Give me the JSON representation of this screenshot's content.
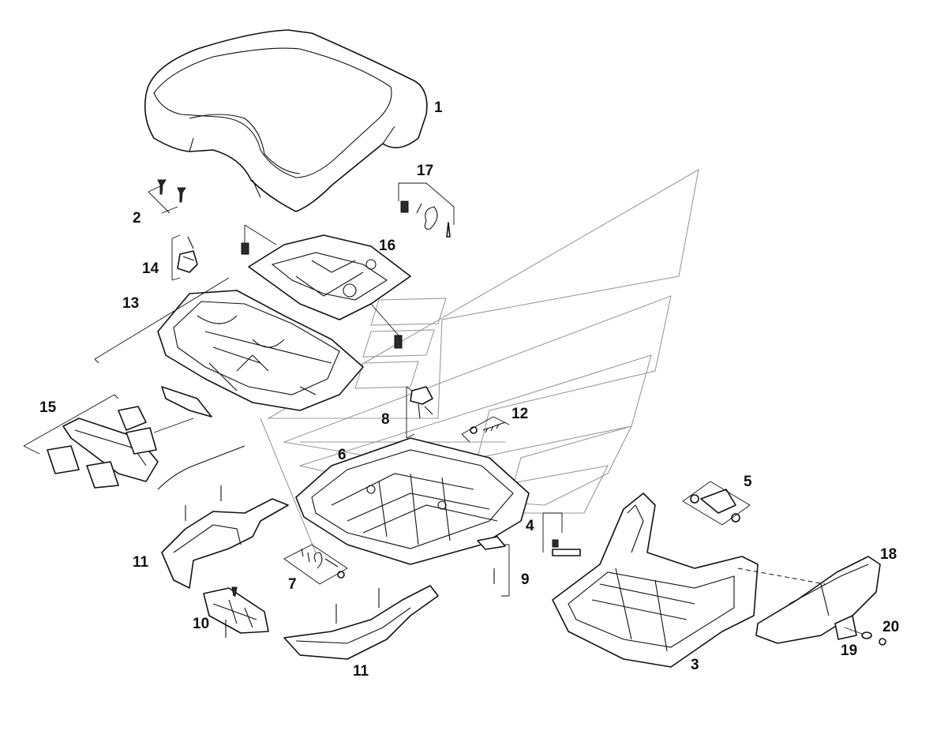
{
  "callouts": {
    "c1": "1",
    "c2": "2",
    "c3": "3",
    "c4": "4",
    "c5": "5",
    "c6": "6",
    "c7": "7",
    "c8": "8",
    "c9": "9",
    "c10": "10",
    "c11a": "11",
    "c11b": "11",
    "c12": "12",
    "c13": "13",
    "c14": "14",
    "c15": "15",
    "c16": "16",
    "c17": "17",
    "c18": "18",
    "c19": "19",
    "c20": "20"
  },
  "colors": {
    "line": "#111111",
    "ghost": "#9a9a9a",
    "background": "#ffffff"
  },
  "icons": [
    "seat-cushion-icon",
    "seat-frame-icon",
    "armrest-icon",
    "bolt-icon",
    "spring-icon"
  ]
}
